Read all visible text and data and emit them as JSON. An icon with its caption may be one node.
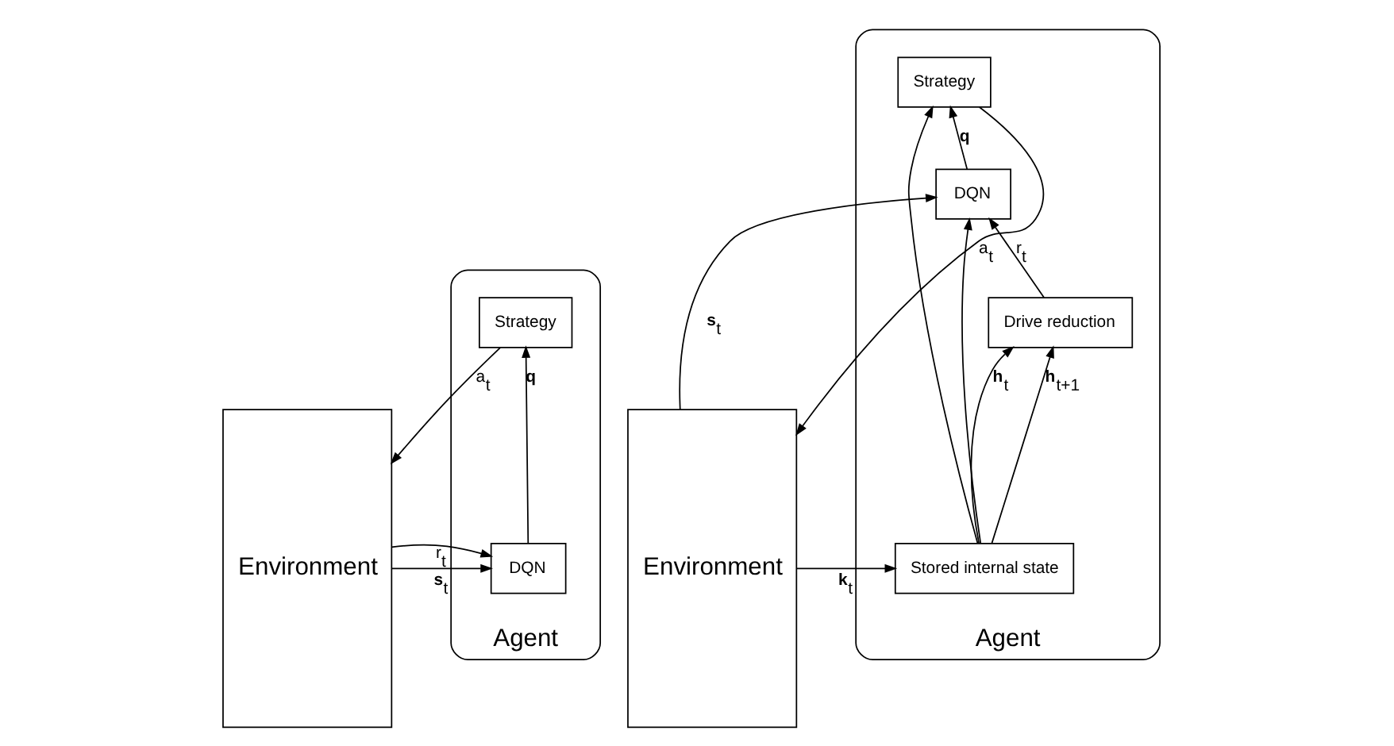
{
  "diagram": {
    "nodes": [
      {
        "text": [
          "Environment"
        ]
      },
      {
        "text": [
          "Agent"
        ]
      },
      {
        "text": [
          "Strategy"
        ],
        "in": 1
      },
      {
        "text": [
          "DQN"
        ],
        "in": 1
      },
      {
        "text": [
          "Environment"
        ]
      },
      {
        "text": [
          "Agent"
        ]
      },
      {
        "text": [
          "Strategy"
        ],
        "in": 5
      },
      {
        "text": [
          "DQN"
        ],
        "in": 5
      },
      {
        "text": [
          "Drive reduction"
        ],
        "in": 5
      },
      {
        "text": [
          "Stored internal state"
        ],
        "in": 5
      }
    ],
    "edges": [
      {
        "from": 2,
        "to": 0,
        "arrow": "to",
        "label": "a$_{t}$"
      },
      {
        "from": 0,
        "to": 3,
        "arrow": "to",
        "label": "**s**$_{t}$"
      },
      {
        "from": 0,
        "to": 3,
        "arrow": "to",
        "label": "r$_{t}$"
      },
      {
        "from": 3,
        "to": 2,
        "arrow": "to",
        "label": "**q**"
      },
      {
        "from": 6,
        "to": 4,
        "arrow": "to",
        "label": "a$_{t}$"
      },
      {
        "from": 4,
        "to": 7,
        "arrow": "to",
        "label": "**s**$_{t}$"
      },
      {
        "from": 7,
        "to": 6,
        "arrow": "to",
        "label": "**q**"
      },
      {
        "from": 8,
        "to": 7,
        "arrow": "to",
        "label": "r$_{t}$"
      },
      {
        "from": 9,
        "to": 8,
        "arrow": "to",
        "label": "**h**$_{t}$"
      },
      {
        "from": 4,
        "to": 9,
        "arrow": "to",
        "label": "**k**$_{t}$"
      },
      {
        "from": 9,
        "to": 8,
        "arrow": "to",
        "label": "**h**$_{t+1}$"
      },
      {
        "from": 9,
        "to": 7,
        "arrow": "to"
      },
      {
        "from": 9,
        "to": 6,
        "arrow": "to"
      }
    ]
  }
}
